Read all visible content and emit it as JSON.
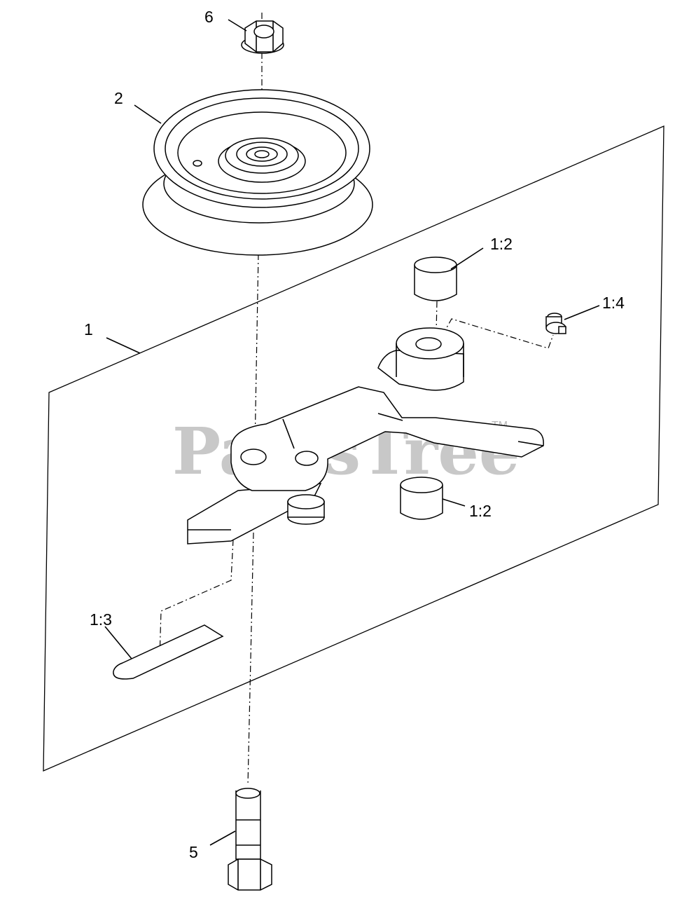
{
  "callouts": {
    "nut": "6",
    "pulley": "2",
    "assembly": "1",
    "bushing_top": "1:2",
    "bushing_bottom": "1:2",
    "grease_fitting": "1:4",
    "decal": "1:3",
    "bolt": "5"
  },
  "watermark": {
    "text": "PartsTree",
    "tm": "TM"
  }
}
